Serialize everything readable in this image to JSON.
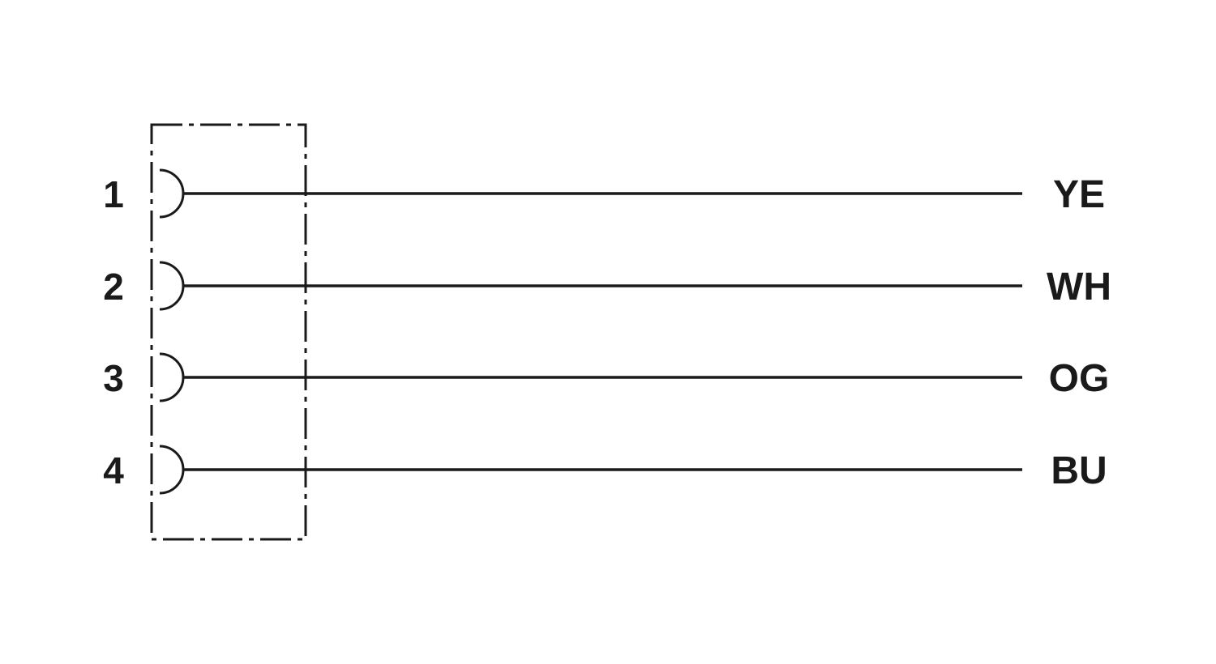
{
  "diagram": {
    "line_color": "#1a1a1a",
    "background": "#ffffff",
    "pins": [
      {
        "number": "1",
        "color_code": "YE"
      },
      {
        "number": "2",
        "color_code": "WH"
      },
      {
        "number": "3",
        "color_code": "OG"
      },
      {
        "number": "4",
        "color_code": "BU"
      }
    ]
  }
}
